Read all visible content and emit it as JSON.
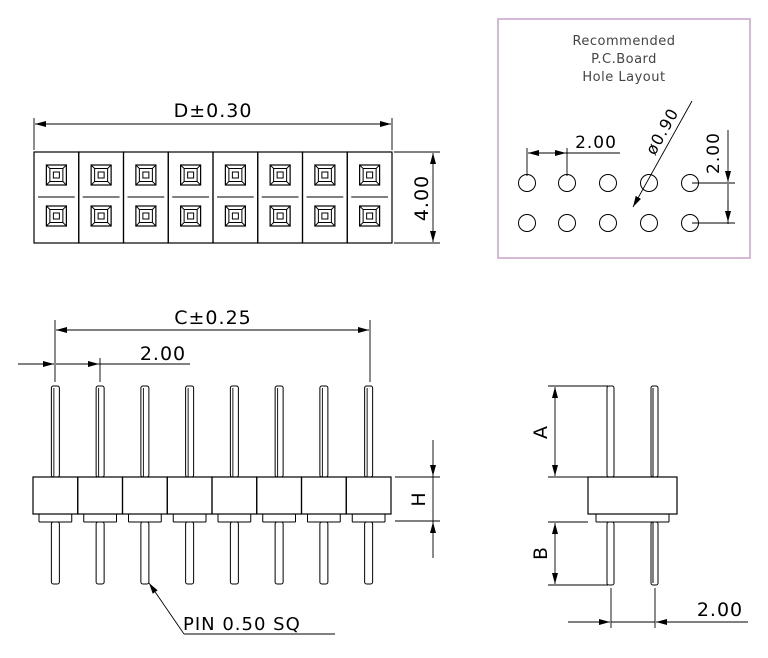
{
  "colors": {
    "line": "#000000",
    "frame": "#c8a2c8",
    "note": "#444444"
  },
  "top_view": {
    "length_dim": "D±0.30",
    "height_dim": "4.00"
  },
  "pcb_layout": {
    "title_lines": [
      "Recommended",
      "P.C.Board",
      "Hole Layout"
    ],
    "pitch_x": "2.00",
    "hole_dia": "ø0.90",
    "pitch_y": "2.00"
  },
  "front_view": {
    "length_dim": "C±0.25",
    "pitch_dim": "2.00",
    "insulator_dim": "H",
    "pin_note": "PIN  0.50  SQ"
  },
  "side_view": {
    "upper_dim": "A",
    "lower_dim": "B",
    "pitch_dim": "2.00"
  }
}
